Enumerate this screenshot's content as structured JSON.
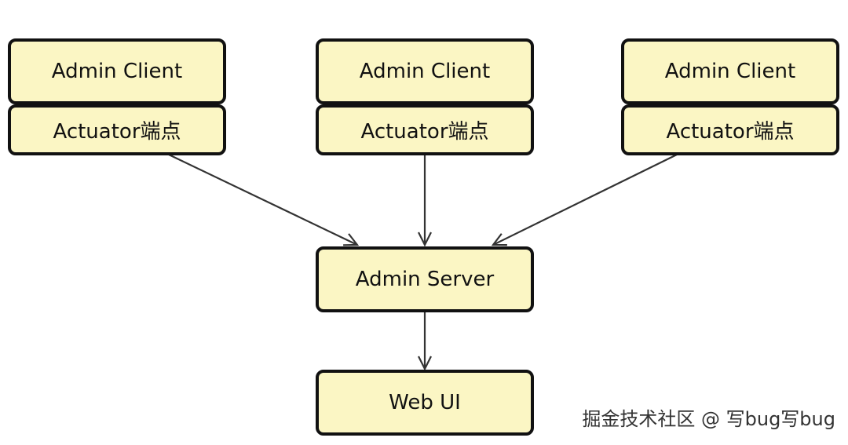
{
  "clients": [
    {
      "title": "Admin Client",
      "endpoint": "Actuator端点"
    },
    {
      "title": "Admin Client",
      "endpoint": "Actuator端点"
    },
    {
      "title": "Admin Client",
      "endpoint": "Actuator端点"
    }
  ],
  "server": {
    "label": "Admin Server"
  },
  "web_ui": {
    "label": "Web UI"
  },
  "watermark": "掘金技术社区 @ 写bug写bug",
  "colors": {
    "box_fill": "#fbf6c4",
    "box_border": "#111111",
    "arrow": "#333333"
  }
}
